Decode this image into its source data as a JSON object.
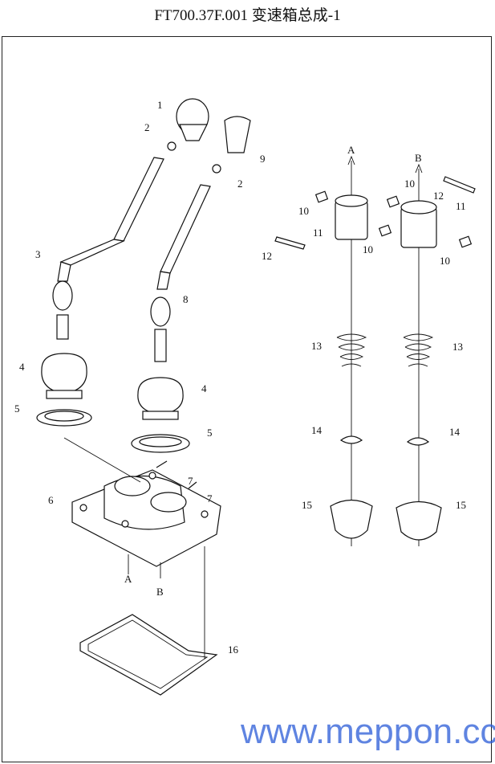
{
  "title": "FT700.37F.001  变速箱总成-1",
  "watermark": "www.meppon.cc",
  "callouts": [
    "1",
    "2",
    "9",
    "2",
    "3",
    "8",
    "4",
    "4",
    "5",
    "5",
    "7",
    "7",
    "6",
    "A",
    "B",
    "16",
    "A",
    "B",
    "10",
    "11",
    "10",
    "12",
    "10",
    "12",
    "11",
    "10",
    "13",
    "13",
    "14",
    "14",
    "15",
    "15"
  ]
}
